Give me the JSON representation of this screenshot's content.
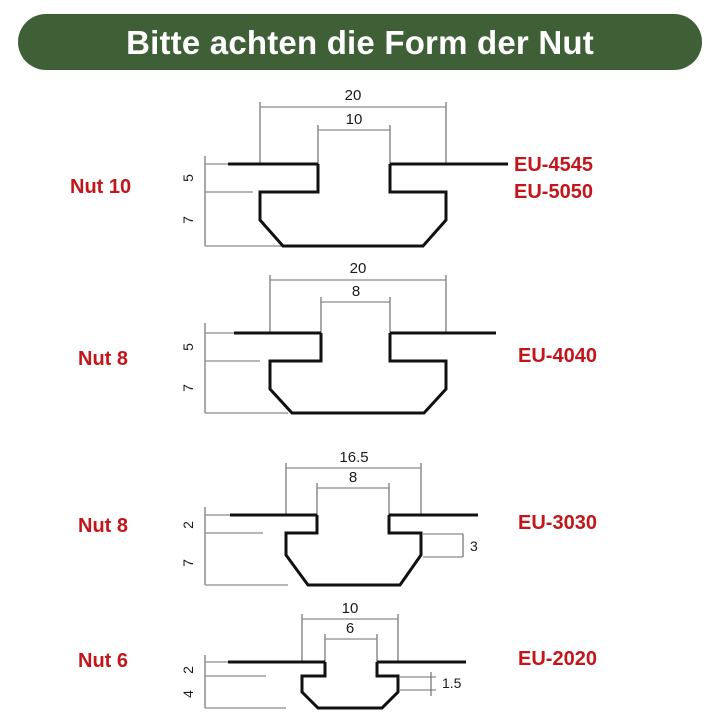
{
  "banner": {
    "title": "Bitte achten die Form der Nut",
    "background_color": "#3f5f37",
    "text_color": "#ffffff"
  },
  "accent_color": "#c2161b",
  "line_color": "#111111",
  "dimension_line_color": "#8a8a8a",
  "rows": [
    {
      "nut_label": "Nut 10",
      "parts": [
        "EU-4545",
        "EU-5050"
      ],
      "dim_outer": "20",
      "dim_opening": "10",
      "dim_top": "5",
      "dim_bottom": "7",
      "dim_side": ""
    },
    {
      "nut_label": "Nut 8",
      "parts": [
        "EU-4040"
      ],
      "dim_outer": "20",
      "dim_opening": "8",
      "dim_top": "5",
      "dim_bottom": "7",
      "dim_side": ""
    },
    {
      "nut_label": "Nut 8",
      "parts": [
        "EU-3030"
      ],
      "dim_outer": "16.5",
      "dim_opening": "8",
      "dim_top": "2",
      "dim_bottom": "7",
      "dim_side": "3"
    },
    {
      "nut_label": "Nut 6",
      "parts": [
        "EU-2020"
      ],
      "dim_outer": "10",
      "dim_opening": "6",
      "dim_top": "2",
      "dim_bottom": "4",
      "dim_side": "1.5"
    }
  ]
}
